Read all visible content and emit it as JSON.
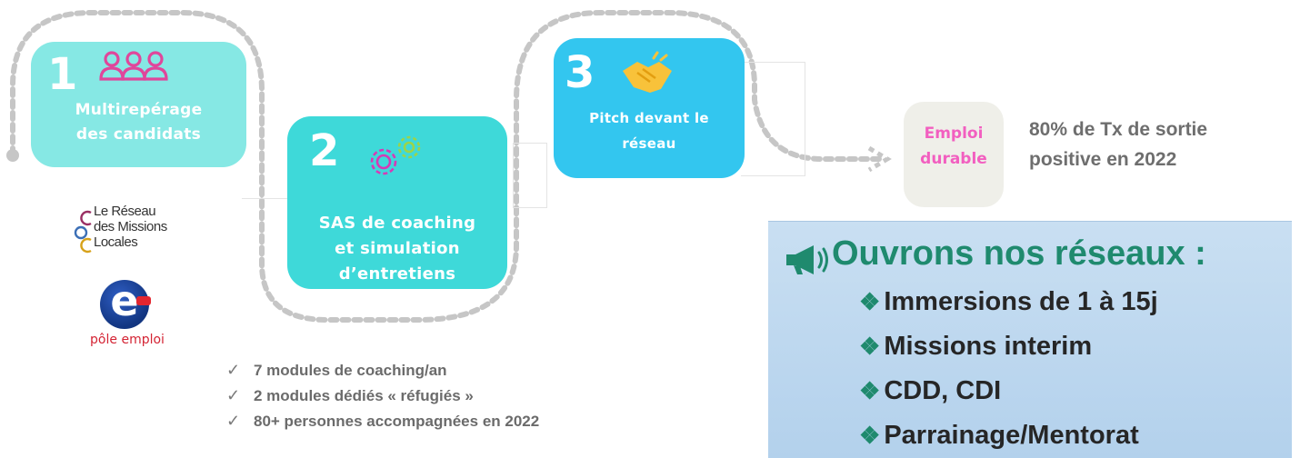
{
  "steps": [
    {
      "number": "1",
      "label_line1": "Multirepérage",
      "label_line2": "des candidats",
      "icon": "people-icon",
      "color": "#86e8e4"
    },
    {
      "number": "2",
      "label_line1": "SAS de coaching",
      "label_line2": "et simulation",
      "label_line3": "d’entretiens",
      "icon": "gears-icon",
      "color": "#3ed9d9"
    },
    {
      "number": "3",
      "label_line1": "Pitch devant le",
      "label_line2": "réseau",
      "icon": "handshake-icon",
      "color": "#33c6ef"
    }
  ],
  "outcome": {
    "line1": "Emploi",
    "line2": "durable",
    "color": "#f25fc0"
  },
  "stat": {
    "line1": "80% de Tx de sortie",
    "line2": "positive en 2022"
  },
  "partners": {
    "missions_locales": {
      "line1": "Le Réseau",
      "line2": "des Missions",
      "line3": "Locales"
    },
    "pole_emploi": {
      "letter": "e",
      "caption": "pôle emploi"
    }
  },
  "bullets": [
    "7 modules de coaching/an",
    "2 modules dédiés « réfugiés »",
    "80+ personnes accompagnées en 2022"
  ],
  "network_panel": {
    "title": "Ouvrons nos réseaux :",
    "items": [
      "Immersions de 1 à 15j",
      "Missions interim",
      "CDD, CDI",
      "Parrainage/Mentorat"
    ]
  },
  "colors": {
    "dashed_path": "#c6c6c6",
    "panel_title": "#1f8a6e",
    "pink_icon": "#e0469b"
  }
}
